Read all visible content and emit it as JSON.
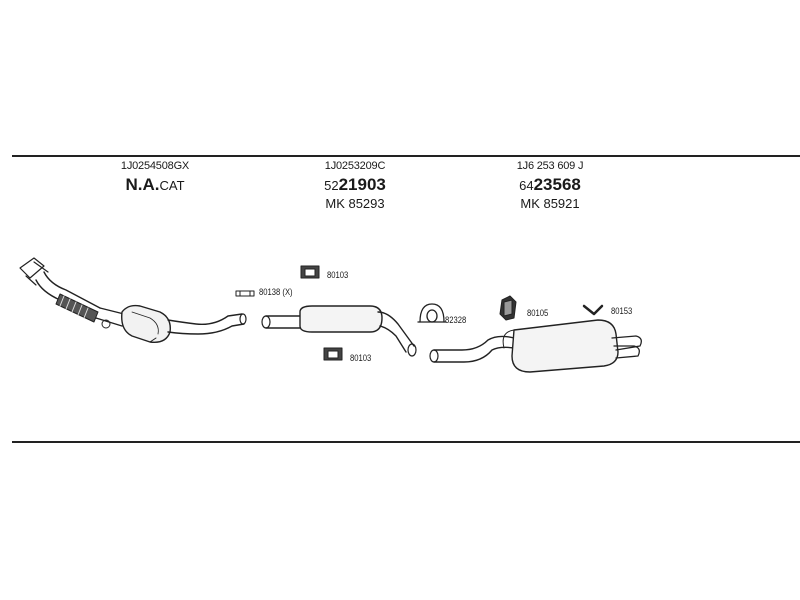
{
  "columns": [
    {
      "oe": "1J0254508GX",
      "prefix": "N.A.",
      "main": "",
      "suffix": "CAT",
      "mk": ""
    },
    {
      "oe": "1J0253209C",
      "prefix": "52",
      "main": "21903",
      "suffix": "",
      "mk": "MK  85293"
    },
    {
      "oe": "1J6 253 609 J",
      "prefix": "64",
      "main": "23568",
      "suffix": "",
      "mk": "MK  85921"
    }
  ],
  "parts": {
    "bracket_top": "80103",
    "clamp": "80138 (X)",
    "bracket_bottom": "80103",
    "gasket_ring": "82328",
    "rubber_mount": "80105",
    "hanger": "80153"
  }
}
